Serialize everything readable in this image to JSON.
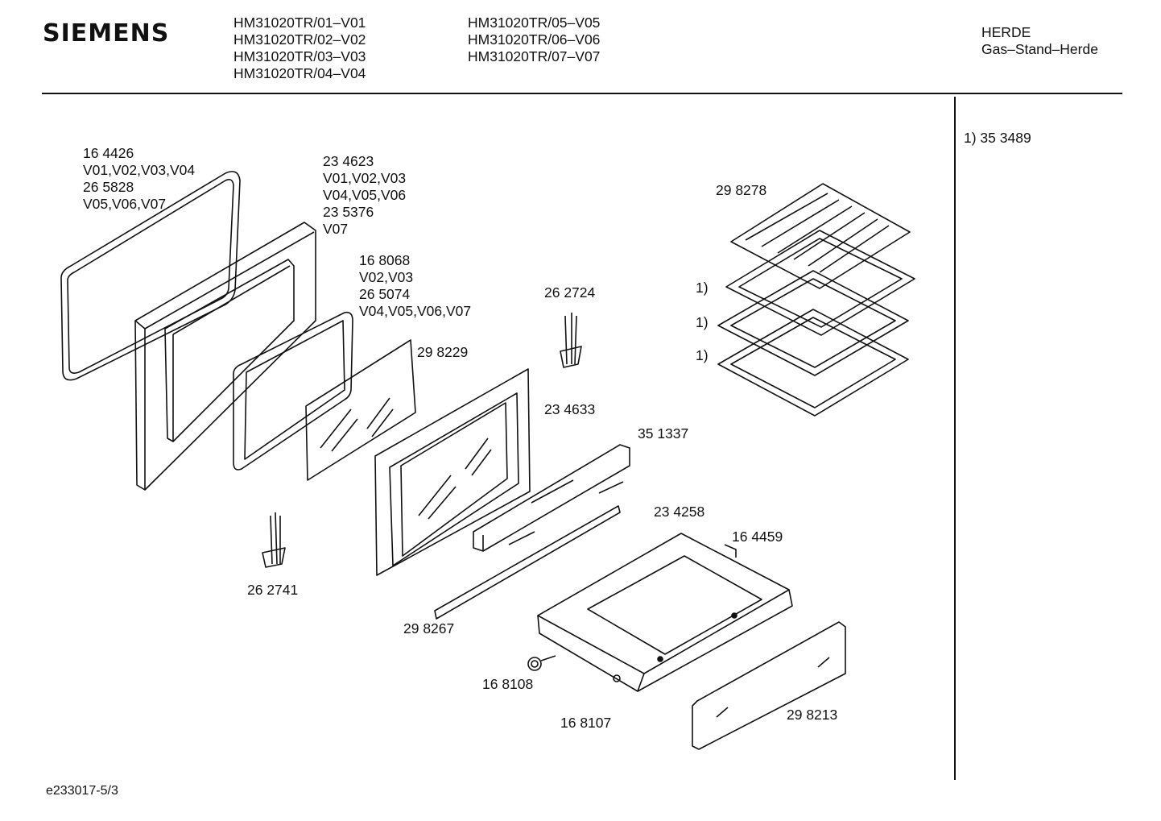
{
  "header": {
    "brand": "SIEMENS",
    "models_col1": [
      "HM31020TR/01–V01",
      "HM31020TR/02–V02",
      "HM31020TR/03–V03",
      "HM31020TR/04–V04"
    ],
    "models_col2": [
      "HM31020TR/05–V05",
      "HM31020TR/06–V06",
      "HM31020TR/07–V07"
    ],
    "category": "HERDE",
    "subcategory": "Gas–Stand–Herde"
  },
  "footnote": "1)  35 3489",
  "doc_ref": "e233017-5/3",
  "parts": {
    "p1": [
      "16 4426",
      "V01,V02,V03,V04",
      "26 5828",
      "V05,V06,V07"
    ],
    "p2": [
      "23 4623",
      "V01,V02,V03",
      "V04,V05,V06",
      "23 5376",
      "V07"
    ],
    "p3": [
      "16 8068",
      "V02,V03",
      "26 5074",
      "V04,V05,V06,V07"
    ],
    "p4": "26 2724",
    "p5": "29 8229",
    "p6": "23 4633",
    "p7": "35 1337",
    "p8": "29 8278",
    "p9": "23 4258",
    "p10": "16 4459",
    "p11": "26 2741",
    "p12": "29 8267",
    "p13": "16 8108",
    "p14": "16 8107",
    "p15": "29 8213",
    "ref_marker": "1)"
  }
}
